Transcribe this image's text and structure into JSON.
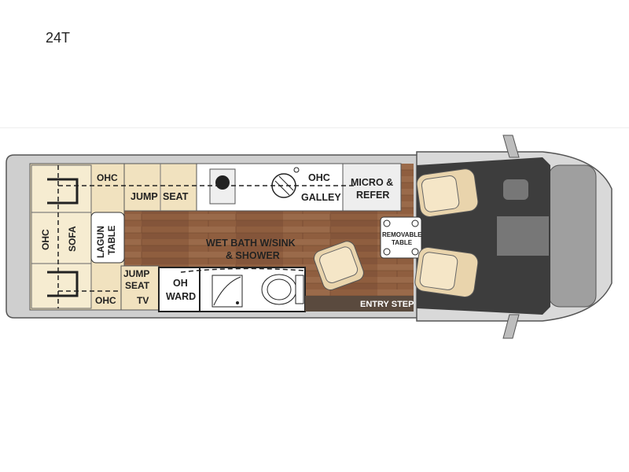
{
  "model": "24T",
  "labels": {
    "ohc_top": "OHC",
    "jump": "JUMP",
    "seat": "SEAT",
    "ohc_galley_1": "OHC",
    "ohc_galley_2": "GALLEY",
    "micro_1": "MICRO &",
    "micro_2": "REFER",
    "sofa_ohc": "OHC",
    "sofa_sofa": "SOFA",
    "lagun_1": "LAGUN",
    "lagun_2": "TABLE",
    "removable_1": "REMOVABLE",
    "removable_2": "TABLE",
    "wetbath_1": "WET BATH W/SINK",
    "wetbath_2": "& SHOWER",
    "jump2": "JUMP",
    "seat2": "SEAT",
    "tv": "TV",
    "oh": "OH",
    "ward": "WARD",
    "ohc_bottom": "OHC",
    "entry_step": "ENTRY STEP"
  },
  "colors": {
    "wood": "#8a5a3c",
    "cabinet": "#f1e2bf",
    "seat": "#e9d4ac",
    "cab_dark": "#3d3d3d",
    "body": "#d8d8d8"
  }
}
